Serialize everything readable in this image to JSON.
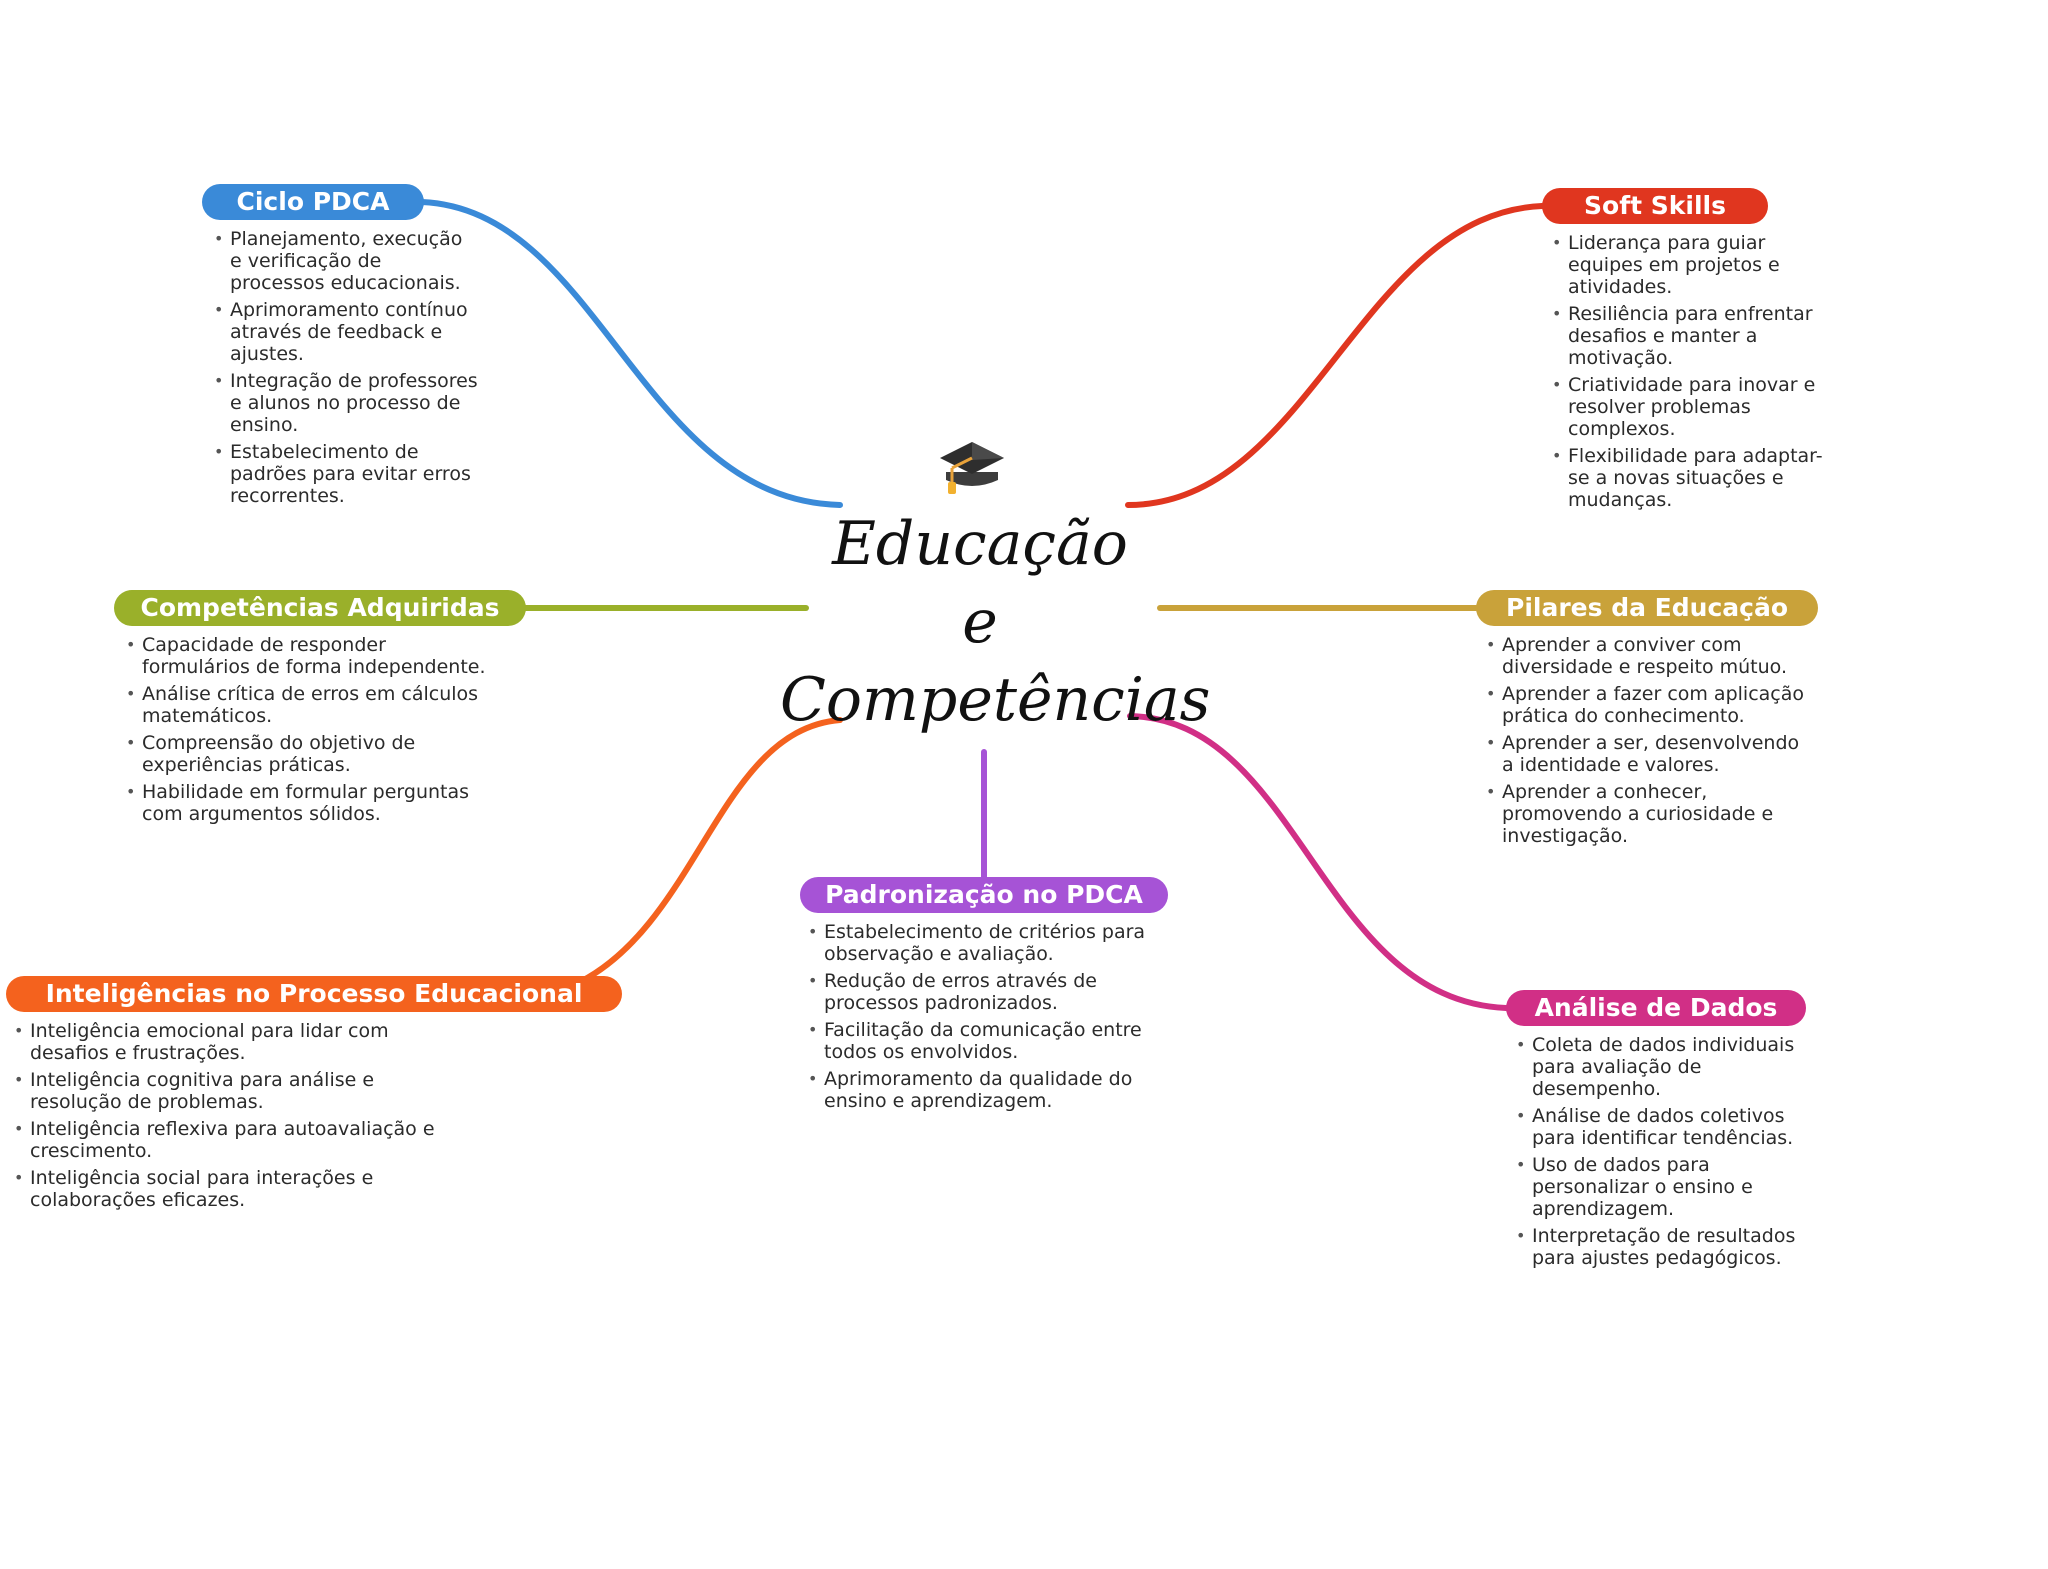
{
  "center": {
    "icon": "graduation-cap-icon",
    "title_lines": [
      "Educação",
      "e",
      "Competências"
    ]
  },
  "topics": [
    {
      "id": "ciclo-pdca",
      "label": "Ciclo PDCA",
      "color": "#3a8ad8",
      "items": [
        "Planejamento, execução e verificação de processos educacionais.",
        "Aprimoramento contínuo através de feedback e ajustes.",
        "Integração de professores e alunos no processo de ensino.",
        "Estabelecimento de padrões para evitar erros recorrentes."
      ]
    },
    {
      "id": "soft-skills",
      "label": "Soft Skills",
      "color": "#e0361f",
      "items": [
        "Liderança para guiar equipes em projetos e atividades.",
        "Resiliência para enfrentar desafios e manter a motivação.",
        "Criatividade para inovar e resolver problemas complexos.",
        "Flexibilidade para adaptar-se a novas situações e mudanças."
      ]
    },
    {
      "id": "competencias-adquiridas",
      "label": "Competências Adquiridas",
      "color": "#9ab02a",
      "items": [
        "Capacidade de responder formulários de forma independente.",
        "Análise crítica de erros em cálculos matemáticos.",
        "Compreensão do objetivo de experiências práticas.",
        "Habilidade em formular perguntas com argumentos sólidos."
      ]
    },
    {
      "id": "pilares-da-educacao",
      "label": "Pilares da Educação",
      "color": "#c9a23a",
      "items": [
        "Aprender a conviver com diversidade e respeito mútuo.",
        "Aprender a fazer com aplicação prática do conhecimento.",
        "Aprender a ser, desenvolvendo a identidade e valores.",
        "Aprender a conhecer, promovendo a curiosidade e investigação."
      ]
    },
    {
      "id": "padronizacao-no-pdca",
      "label": "Padronização no PDCA",
      "color": "#a653d6",
      "items": [
        "Estabelecimento de critérios para observação e avaliação.",
        "Redução de erros através de processos padronizados.",
        "Facilitação da comunicação entre todos os envolvidos.",
        "Aprimoramento da qualidade do ensino e aprendizagem."
      ]
    },
    {
      "id": "inteligencias-no-processo-educacional",
      "label": "Inteligências no Processo Educacional",
      "color": "#f4621e",
      "items": [
        "Inteligência emocional para lidar com desafios e frustrações.",
        "Inteligência cognitiva para análise e resolução de problemas.",
        "Inteligência reflexiva para autoavaliação e crescimento.",
        "Inteligência social para interações e colaborações eficazes."
      ]
    },
    {
      "id": "analise-de-dados",
      "label": "Análise de Dados",
      "color": "#d12f86",
      "items": [
        "Coleta de dados individuais para avaliação de desempenho.",
        "Análise de dados coletivos para identificar tendências.",
        "Uso de dados para personalizar o ensino e aprendizagem.",
        "Interpretação de resultados para ajustes pedagógicos."
      ]
    }
  ]
}
